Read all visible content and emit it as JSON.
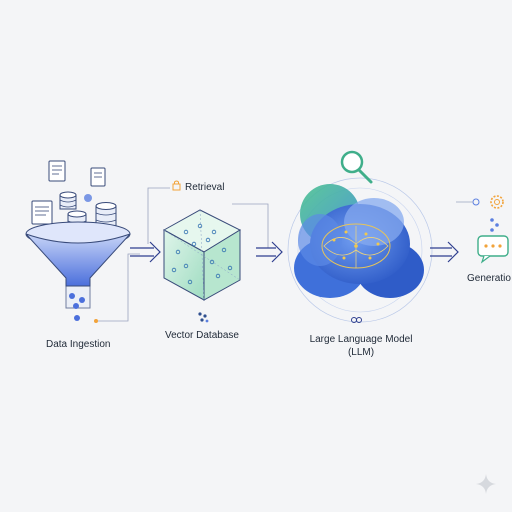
{
  "labels": {
    "data_ingestion": "Data Ingestion",
    "vector_database": "Vector Database",
    "llm_line1": "Large Language Model",
    "llm_line2": "(LLM)",
    "generation": "Generatio",
    "retrieval": "Retrieval"
  },
  "colors": {
    "background": "#f4f5f7",
    "funnel_blue": "#5b7fe0",
    "vector_green": "#7fd3b0",
    "cloud_blue": "#3f6fd6",
    "cloud_green": "#3fb59a",
    "accent_orange": "#f2a33a",
    "arrow_navy": "#2f3f8f"
  },
  "icons": [
    "document-icon",
    "database-icon",
    "funnel-icon",
    "cube-icon",
    "brain-icon",
    "magnifier-icon",
    "gear-icon",
    "chat-bubble-icon",
    "lock-icon",
    "sparkle-icon"
  ]
}
